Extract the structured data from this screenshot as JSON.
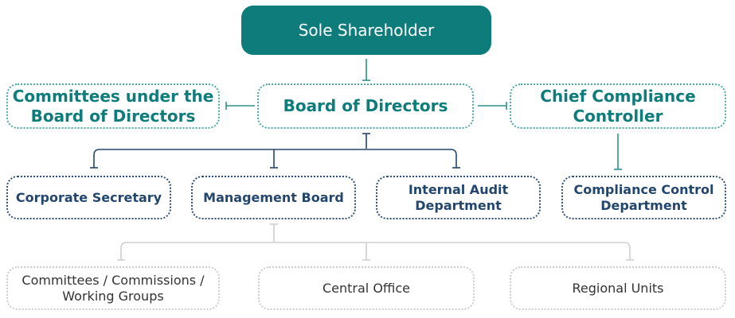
{
  "diagram": {
    "top": {
      "label": "Sole Shareholder"
    },
    "level1": {
      "committees": "Committees under the\nBoard of Directors",
      "board": "Board of Directors",
      "chief_compliance": "Chief Compliance\nController"
    },
    "level2": {
      "corporate_secretary": "Corporate Secretary",
      "management_board": "Management Board",
      "internal_audit": "Internal Audit\nDepartment",
      "compliance_control": "Compliance Control\nDepartment"
    },
    "level3": {
      "committees_working": "Committees / Commissions /\nWorking Groups",
      "central_office": "Central Office",
      "regional_units": "Regional Units"
    },
    "colors": {
      "teal": "#0d7c7a",
      "teal_line": "#2e8f8d",
      "navy": "#23466e",
      "gray_line": "#cfcfcf"
    }
  }
}
